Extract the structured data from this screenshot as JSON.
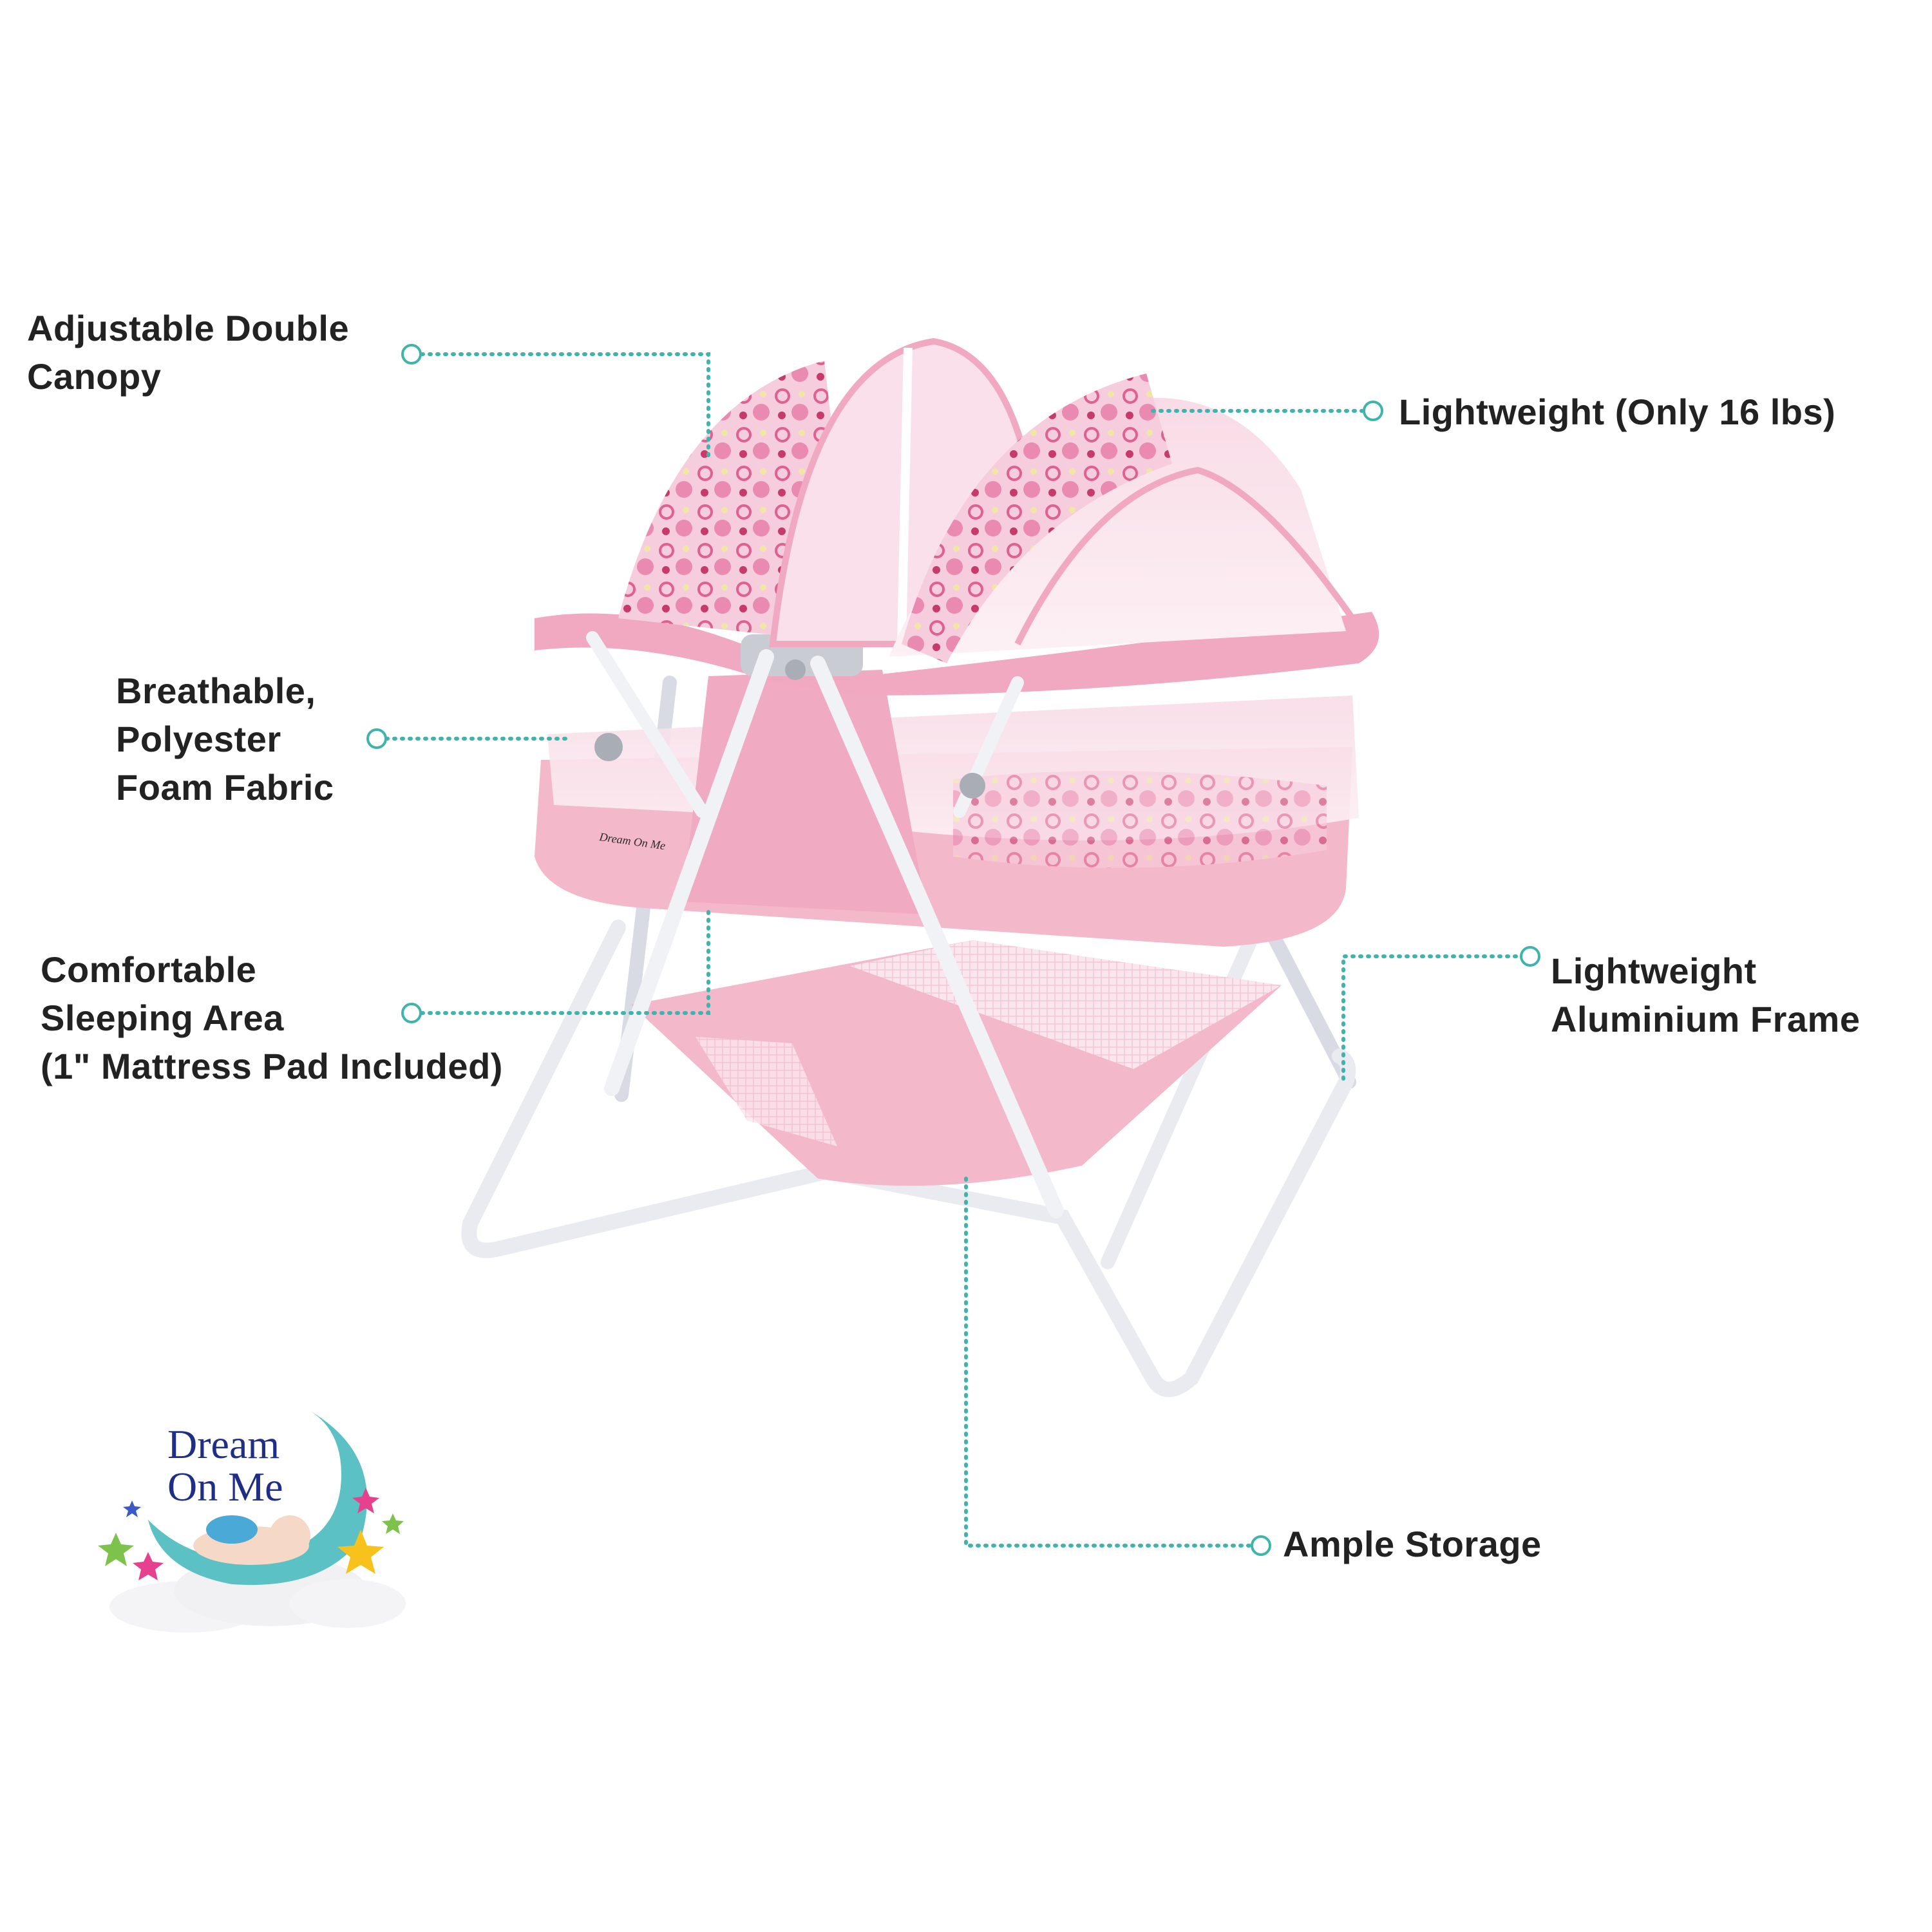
{
  "colors": {
    "accent_teal": "#3fb4ad",
    "label_text": "#222222",
    "bassinet_pink": "#f3bccf",
    "frame_white": "#eceef3",
    "logo_blue": "#1f2f86"
  },
  "callouts": {
    "canopy": {
      "lines": [
        "Adjustable Double",
        "Canopy"
      ]
    },
    "fabric": {
      "lines": [
        "Breathable,",
        "Polyester",
        "Foam Fabric"
      ]
    },
    "sleeping": {
      "lines": [
        "Comfortable",
        "Sleeping Area",
        "(1\" Mattress Pad Included)"
      ]
    },
    "weight": {
      "lines": [
        "Lightweight (Only 16 lbs)"
      ]
    },
    "frame": {
      "lines": [
        "Lightweight",
        "Aluminium Frame"
      ]
    },
    "storage": {
      "lines": [
        "Ample Storage"
      ]
    }
  },
  "product": {
    "brand_mark": "Dream On Me",
    "icon": "bassinet-illustration"
  },
  "logo": {
    "lines": [
      "Dream",
      "On Me"
    ],
    "icon": "moon-sleeping-baby-logo"
  }
}
